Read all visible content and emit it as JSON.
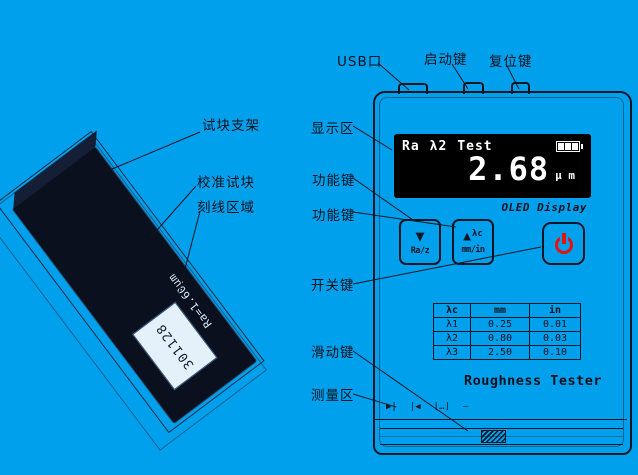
{
  "colors": {
    "background": "#00A0EC",
    "outline": "#0E1624",
    "power_button": "#E8110B",
    "display_bg": "#000000",
    "display_text": "#FFFFFF",
    "block_body": "#0A101E",
    "label_window": "#E4F1FB"
  },
  "callouts": {
    "usb_port": "USB口",
    "start_key": "启动键",
    "reset_key": "复位键",
    "block_holder": "试块支架",
    "display_area": "显示区",
    "calibration_block": "校准试块",
    "function_key_1": "功能键",
    "scribe_area": "刻线区域",
    "function_key_2": "功能键",
    "power_key": "开关键",
    "slide_key": "滑动键",
    "measure_area": "测量区"
  },
  "display": {
    "param": "Ra",
    "filter": "λ2",
    "mode": "Test",
    "value": "2.68",
    "unit": "μ m",
    "caption": "OLED Display"
  },
  "keys": {
    "down_arrow": "▼",
    "down_label": "Ra/z",
    "up_arrow": "▲",
    "up_label": "λc",
    "up_sublabel": "mm/in"
  },
  "cutoff_table": {
    "headers": [
      "λc",
      "mm",
      "in"
    ],
    "rows": [
      {
        "name": "λ1",
        "mm": "0.25",
        "in": "0.01"
      },
      {
        "name": "λ2",
        "mm": "0.80",
        "in": "0.03"
      },
      {
        "name": "λ3",
        "mm": "2.50",
        "in": "0.10"
      }
    ]
  },
  "device_name": "Roughness Tester",
  "test_block": {
    "ra_marking": "Ra=1.60μm",
    "serial": "301128"
  },
  "measure_icons": [
    "▶|",
    "|◀",
    "⌊…⌋",
    "—"
  ]
}
